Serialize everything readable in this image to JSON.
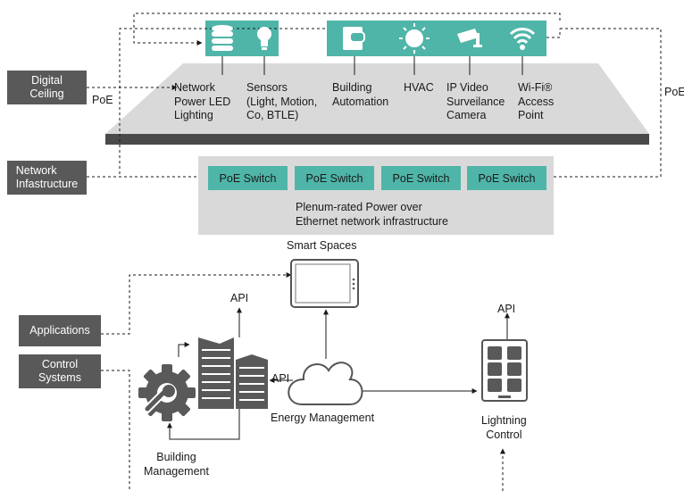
{
  "ceiling": {
    "items": [
      {
        "lines": [
          "Network",
          "Power LED",
          "Lighting"
        ]
      },
      {
        "lines": [
          "Sensors",
          "(Light, Motion,",
          "Co, BTLE)"
        ]
      },
      {
        "lines": [
          "Building",
          "Automation"
        ]
      },
      {
        "lines": [
          "HVAC"
        ]
      },
      {
        "lines": [
          "IP Video",
          "Surveilance",
          "Camera"
        ]
      },
      {
        "lines": [
          "Wi-Fi®",
          "Access",
          "Point"
        ]
      }
    ],
    "icons": [
      "database-icon",
      "lightbulb-icon",
      "tablet-chat-icon",
      "sun-icon",
      "camera-icon",
      "wifi-icon"
    ]
  },
  "left_labels": {
    "digital_ceiling": [
      "Digital",
      "Ceiling"
    ],
    "network_infrastructure": [
      "Network",
      "Infastructure"
    ],
    "applications": "Applications",
    "control_systems": [
      "Control",
      "Systems"
    ]
  },
  "poe_left": "PoE",
  "poe_right": "PoE",
  "switches": [
    "PoE Switch",
    "PoE Switch",
    "PoE Switch",
    "PoE Switch"
  ],
  "plenum": [
    "Plenum-rated Power over",
    "Ethernet network infrastructure"
  ],
  "smart_spaces": "Smart Spaces",
  "api_building": "API",
  "api_cloud": "API",
  "api_lighting": "API",
  "energy_management": "Energy Management",
  "lighting_control": [
    "Lightning",
    "Control"
  ],
  "building_management": [
    "Building",
    "Management"
  ],
  "colors": {
    "teal": "#4fb5a8",
    "dark_gray": "#595959",
    "light_gray": "#d9d9d9",
    "bar": "#4a4a4a"
  }
}
